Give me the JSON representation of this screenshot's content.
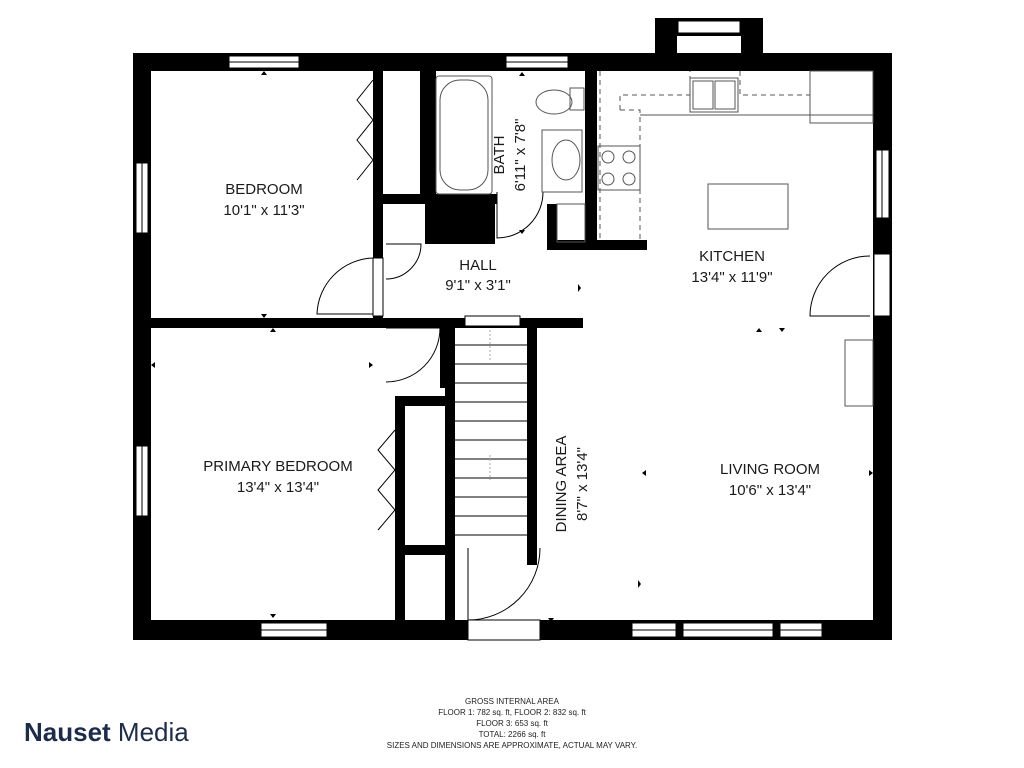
{
  "colors": {
    "wall": "#000000",
    "fixture_line": "#555555",
    "text": "#1a1a1a",
    "logo": "#1d2c4a"
  },
  "rooms": {
    "bedroom": {
      "name": "BEDROOM",
      "dims": "10'1\" x 11'3\""
    },
    "bath": {
      "name": "BATH",
      "dims": "6'11\" x 7'8\""
    },
    "hall": {
      "name": "HALL",
      "dims": "9'1\" x 3'1\""
    },
    "kitchen": {
      "name": "KITCHEN",
      "dims": "13'4\" x 11'9\""
    },
    "primary_bedroom": {
      "name": "PRIMARY BEDROOM",
      "dims": "13'4\" x 13'4\""
    },
    "dining_area": {
      "name": "DINING AREA",
      "dims": "8'7\" x 13'4\""
    },
    "living_room": {
      "name": "LIVING ROOM",
      "dims": "10'6\" x 13'4\""
    }
  },
  "area_info": {
    "heading": "GROSS INTERNAL AREA",
    "line1": "FLOOR 1: 782 sq. ft, FLOOR 2: 832 sq. ft",
    "line2": "FLOOR 3: 653 sq. ft",
    "line3": "TOTAL: 2266 sq. ft",
    "disclaimer": "SIZES AND DIMENSIONS ARE APPROXIMATE, ACTUAL MAY VARY."
  },
  "brand": {
    "word1": "Nauset",
    "word2": " Media"
  }
}
